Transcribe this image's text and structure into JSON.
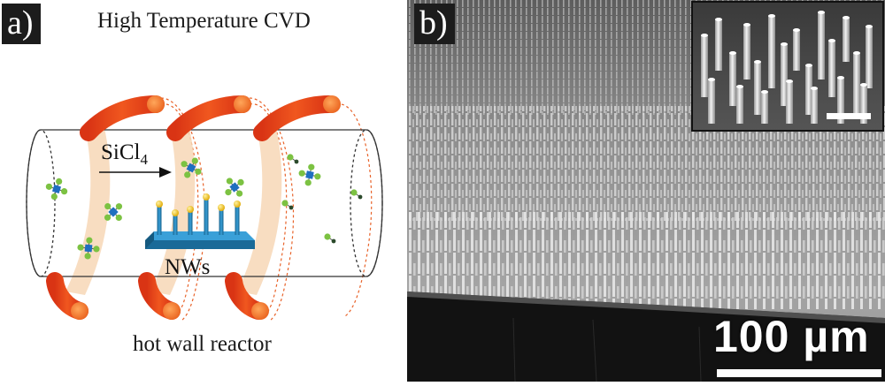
{
  "panel_a": {
    "label": "a)",
    "title": "High Temperature CVD",
    "precursor": "SiCl",
    "precursor_sub": "4",
    "substrate_label": "NWs",
    "caption": "hot wall reactor"
  },
  "panel_b": {
    "label": "b)",
    "scale_label": "100 µm"
  },
  "colors": {
    "coil": "#e84a1e",
    "coil_end": "#f07a2a",
    "glow": "#f6d6b4",
    "substrate": "#1f7fb0",
    "catalyst": "#f2c21b",
    "silicon_atom": "#1f6fc0",
    "chlorine_atom": "#7cc242"
  }
}
